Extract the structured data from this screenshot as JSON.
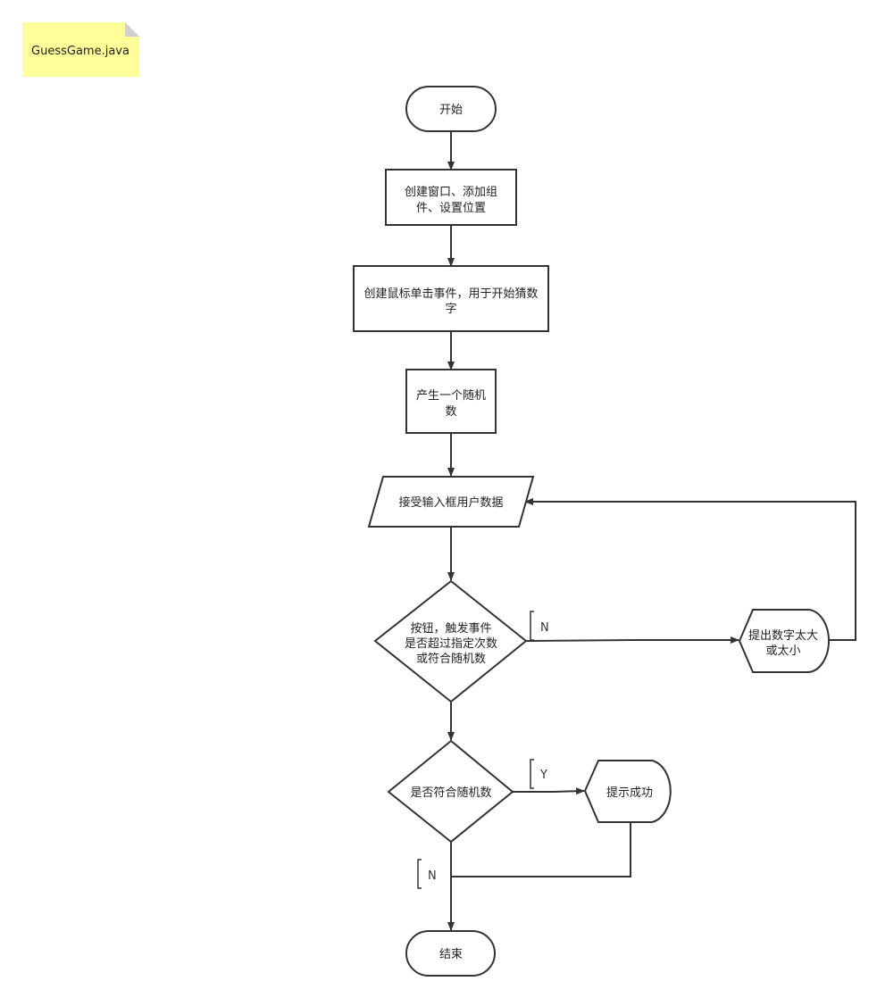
{
  "note": {
    "label": "GuessGame.java",
    "color": "#ffff99",
    "fold_color": "#d0d0d0"
  },
  "nodes": {
    "start": {
      "label": "开始"
    },
    "create_window": {
      "lines": [
        "创建窗口、添加组",
        "件、设置位置"
      ]
    },
    "create_click_event": {
      "lines": [
        "创建鼠标单击事件，用于开始猜数",
        "字"
      ]
    },
    "gen_random": {
      "lines": [
        "产生一个随机",
        "数"
      ]
    },
    "input": {
      "label": "接受输入框用户数据"
    },
    "decision_button": {
      "lines": [
        "按钮，触发事件",
        "是否超过指定次数",
        "或符合随机数"
      ]
    },
    "hint_size": {
      "lines": [
        "提出数字太大",
        "或太小"
      ]
    },
    "decision_match": {
      "label": "是否符合随机数"
    },
    "success": {
      "label": "提示成功"
    },
    "end": {
      "label": "结束"
    }
  },
  "edge_labels": {
    "no_1": "N",
    "yes": "Y",
    "no_2": "N"
  }
}
